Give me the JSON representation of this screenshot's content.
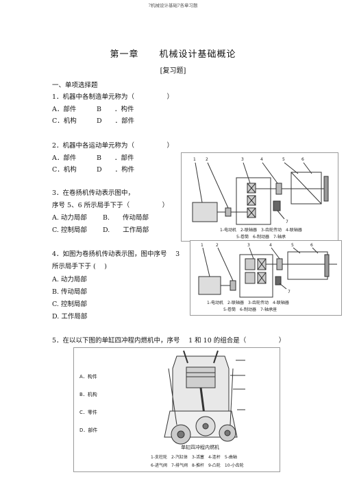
{
  "header": "?机械设计基础?各章习题",
  "title": {
    "chapter": "第一章",
    "name": "机械设计基础概论"
  },
  "subtitle": "[复习题]",
  "section1": "一、单项选择题",
  "q1": {
    "stem": "1．机器中各制造单元称为（　　　　　）",
    "a": "A．部件",
    "b": "B　　．构件",
    "c": "C．机构",
    "d": "D　　．部件"
  },
  "q2": {
    "stem": "2．机器中各运动单元称为（　　　　　）",
    "a": "A．部件",
    "b": "B　　．部件",
    "c": "C．机构",
    "d": "D　　．构件"
  },
  "q3": {
    "stem1": "3．在卷扬机传动表示图中，",
    "stem2": "序号 5、6 所示局手下于（　　　　　）",
    "a": "A. 动力局部",
    "b": "B.　　传动局部",
    "c": "C. 控制局部",
    "d": "D.　　工作局部"
  },
  "q4": {
    "stem1": "4．如图为卷扬机传动表示图，图中序号　 3",
    "stem2": "所示局手下于 (　 )",
    "a": "A. 动力局部",
    "b": "B. 传动局部",
    "c": "C. 控制局部",
    "d": "D. 工作局部"
  },
  "q5": {
    "stem": "5．在以以下图的单缸四冲程内燃机中，序号　 1 和 10 的组合是（　　　　　）"
  },
  "fig1": {
    "nums": [
      "1",
      "2",
      "3",
      "4",
      "5",
      "6",
      "7"
    ],
    "legend1": "1-电动机　2-联轴器　3-齿轮传动　4-联轴器",
    "legend2": "5-卷筒　6-制动器　7-轴承"
  },
  "fig2": {
    "nums": [
      "1",
      "2",
      "3",
      "4",
      "5",
      "6",
      "7"
    ],
    "legend1": "1-电动机　2-联轴器　3-齿轮传动　4-联轴器",
    "legend2": "5-卷筒　6-制动器　7-轴承座"
  },
  "fig3": {
    "options": [
      "A．构件",
      "B．机构",
      "C．零件",
      "D．部件"
    ],
    "caption": "单缸四冲程内燃机",
    "legend1": "1-支柱轮　2-汽缸体　3-活塞　4-连杆　5-曲轴",
    "legend2": "6-进气阀　7-排气阀　8-推杆　9-凸轮　10-小齿轮"
  },
  "colors": {
    "text": "#111111",
    "figure_line": "#333333",
    "border": "#999999"
  }
}
